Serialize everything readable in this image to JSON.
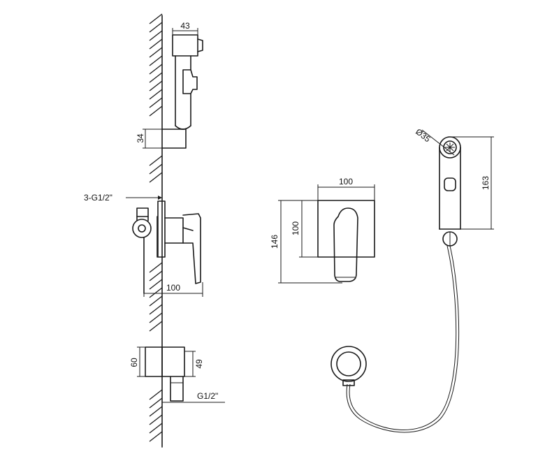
{
  "dimensions": {
    "holder_width": "43",
    "holder_bracket_height": "34",
    "mixer_inlet_thread": "3-G1/2\"",
    "mixer_side_depth": "100",
    "elbow_height": "60",
    "elbow_inner_height": "49",
    "elbow_outlet_thread": "G1/2\"",
    "front_plate_width": "100",
    "front_total_height": "146",
    "front_plate_height": "100",
    "head_diameter": "Ø35",
    "handshower_length": "163"
  },
  "colors": {
    "line": "#1a1a1a",
    "background": "#ffffff"
  }
}
